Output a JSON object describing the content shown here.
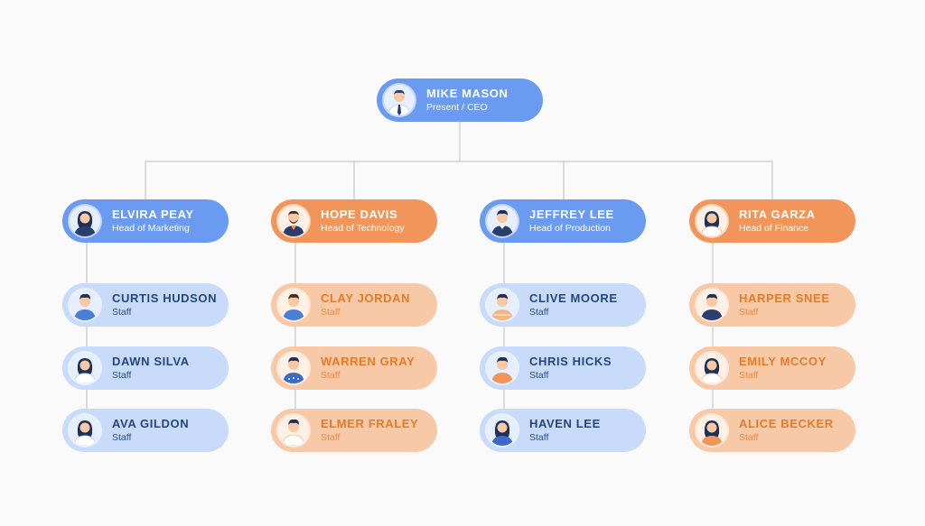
{
  "colors": {
    "blue_dark": "#6a9bf0",
    "orange_dark": "#f2955a",
    "blue_light": "#c8dbfb",
    "orange_light": "#f8c9a6",
    "line": "#bdbdbd"
  },
  "ceo": {
    "name": "MIKE MASON",
    "role": "Present / CEO",
    "avatar_icon": "man-tie-avatar-icon"
  },
  "departments": [
    {
      "head": {
        "name": "ELVIRA PEAY",
        "role": "Head of  Marketing",
        "avatar_icon": "woman-avatar-icon"
      },
      "staff": [
        {
          "name": "CURTIS HUDSON",
          "role": "Staff",
          "avatar_icon": "man-avatar-icon"
        },
        {
          "name": "DAWN SILVA",
          "role": "Staff",
          "avatar_icon": "woman-avatar-icon"
        },
        {
          "name": "AVA GILDON",
          "role": "Staff",
          "avatar_icon": "woman-avatar-icon"
        }
      ]
    },
    {
      "head": {
        "name": "HOPE DAVIS",
        "role": "Head of  Technology",
        "avatar_icon": "man-beard-avatar-icon"
      },
      "staff": [
        {
          "name": "CLAY JORDAN",
          "role": "Staff",
          "avatar_icon": "man-avatar-icon"
        },
        {
          "name": "WARREN GRAY",
          "role": "Staff",
          "avatar_icon": "man-avatar-icon"
        },
        {
          "name": "ELMER FRALEY",
          "role": "Staff",
          "avatar_icon": "man-avatar-icon"
        }
      ]
    },
    {
      "head": {
        "name": "JEFFREY LEE",
        "role": "Head of Production",
        "avatar_icon": "man-avatar-icon"
      },
      "staff": [
        {
          "name": "CLIVE MOORE",
          "role": "Staff",
          "avatar_icon": "man-avatar-icon"
        },
        {
          "name": "CHRIS HICKS",
          "role": "Staff",
          "avatar_icon": "man-avatar-icon"
        },
        {
          "name": "HAVEN LEE",
          "role": "Staff",
          "avatar_icon": "woman-avatar-icon"
        }
      ]
    },
    {
      "head": {
        "name": "RITA GARZA",
        "role": "Head of Finance",
        "avatar_icon": "woman-avatar-icon"
      },
      "staff": [
        {
          "name": "HARPER SNEE",
          "role": "Staff",
          "avatar_icon": "man-avatar-icon"
        },
        {
          "name": "EMILY MCCOY",
          "role": "Staff",
          "avatar_icon": "woman-avatar-icon"
        },
        {
          "name": "ALICE BECKER",
          "role": "Staff",
          "avatar_icon": "woman-avatar-icon"
        }
      ]
    }
  ]
}
